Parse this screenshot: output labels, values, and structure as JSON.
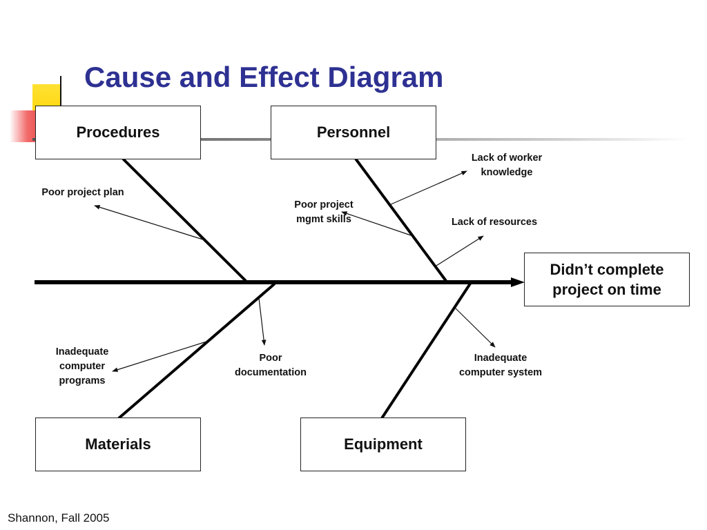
{
  "slide": {
    "title": "Cause and Effect Diagram",
    "footer": "Shannon, Fall 2005",
    "colors": {
      "title": "#2e3192",
      "accent_yellow": "#ffd400",
      "accent_red": "#e84d4d",
      "ink": "#111111"
    }
  },
  "diagram": {
    "effect": {
      "line1": "Didn’t complete",
      "line2": "project on time"
    },
    "categories": {
      "procedures": "Procedures",
      "personnel": "Personnel",
      "materials": "Materials",
      "equipment": "Equipment"
    },
    "causes": {
      "poor_project_plan": "Poor project plan",
      "poor_mgmt_skills": {
        "line1": "Poor project",
        "line2": "mgmt skills"
      },
      "lack_worker_knowledge": {
        "line1": "Lack of worker",
        "line2": "knowledge"
      },
      "lack_resources": "Lack of resources",
      "inadequate_programs": {
        "line1": "Inadequate",
        "line2": "computer",
        "line3": "programs"
      },
      "poor_documentation": {
        "line1": "Poor",
        "line2": "documentation"
      },
      "inadequate_system": {
        "line1": "Inadequate",
        "line2": "computer system"
      }
    }
  }
}
